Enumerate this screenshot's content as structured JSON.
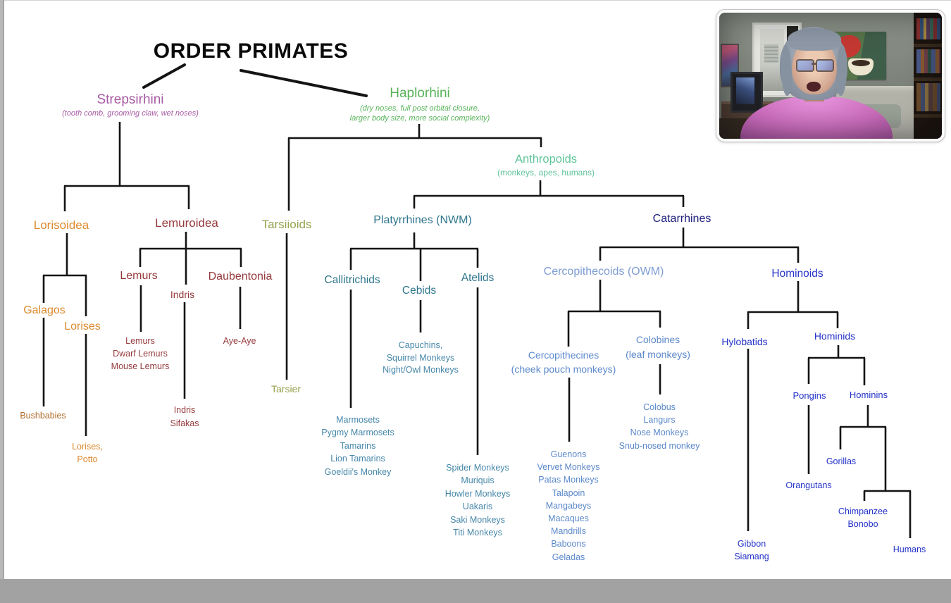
{
  "title": "ORDER PRIMATES",
  "colors": {
    "title": "#0a0a0a",
    "purple": "#A75BA4",
    "green": "#57B259",
    "mint": "#5FC49B",
    "orange": "#DD8A2E",
    "orange_dark": "#B06C2A",
    "maroon": "#953A3C",
    "olive": "#98A24F",
    "teal": "#2F768D",
    "steel": "#4687A9",
    "navy": "#1A1C7C",
    "light_blue": "#7E9DD2",
    "medium_blue": "#5C89CB",
    "royal_blue": "#2433C8"
  },
  "nodes": {
    "strepsirhini": {
      "label": "Strepsirhini",
      "note": "(tooth comb, grooming claw, wet noses)"
    },
    "haplorhini": {
      "label": "Haplorhini",
      "note": [
        "(dry noses, full post orbital closure,",
        "larger body size, more social complexity)"
      ]
    },
    "anthropoids": {
      "label": "Anthropoids",
      "note": "(monkeys, apes, humans)"
    },
    "lorisoidea": {
      "label": "Lorisoidea"
    },
    "lemuroidea": {
      "label": "Lemuroidea"
    },
    "tarsiioids": {
      "label": "Tarsiioids"
    },
    "platyrrhines": {
      "label": "Platyrrhines (NWM)"
    },
    "catarrhines": {
      "label": "Catarrhines"
    },
    "galagos": {
      "label": "Galagos"
    },
    "lorises": {
      "label": "Lorises"
    },
    "lemurs": {
      "label": "Lemurs"
    },
    "indris": {
      "label": "Indris"
    },
    "daubentonia": {
      "label": "Daubentonia"
    },
    "callitrichids": {
      "label": "Callitrichids"
    },
    "cebids": {
      "label": "Cebids"
    },
    "atelids": {
      "label": "Atelids"
    },
    "cercopithecoids": {
      "label": "Cercopithecoids (OWM)"
    },
    "hominoids": {
      "label": "Hominoids"
    },
    "cercopithecines": {
      "label": [
        "Cercopithecines",
        "(cheek pouch monkeys)"
      ]
    },
    "colobines": {
      "label": [
        "Colobines",
        "(leaf monkeys)"
      ]
    },
    "hylobatids": {
      "label": "Hylobatids"
    },
    "hominids": {
      "label": "Hominids"
    },
    "pongins": {
      "label": "Pongins"
    },
    "hominins": {
      "label": "Hominins"
    },
    "bushbabies": {
      "label": "Bushbabies"
    },
    "lorises_potto": {
      "label": [
        "Lorises,",
        "Potto"
      ]
    },
    "lemur_species": {
      "label": [
        "Lemurs",
        "Dwarf Lemurs",
        "Mouse Lemurs"
      ]
    },
    "indris_species": {
      "label": [
        "Indris",
        "Sifakas"
      ]
    },
    "aye_aye": {
      "label": "Aye-Aye"
    },
    "tarsier": {
      "label": "Tarsier"
    },
    "callitrichid_species": {
      "label": [
        "Marmosets",
        "Pygmy Marmosets",
        "Tamarins",
        "Lion Tamarins",
        "Goeldii's Monkey"
      ]
    },
    "cebid_species": {
      "label": [
        "Capuchins,",
        "Squirrel Monkeys",
        "Night/Owl Monkeys"
      ]
    },
    "atelid_species": {
      "label": [
        "Spider Monkeys",
        "Muriquis",
        "Howler Monkeys",
        "Uakaris",
        "Saki Monkeys",
        "Titi Monkeys"
      ]
    },
    "cercopithecine_species": {
      "label": [
        "Guenons",
        "Vervet Monkeys",
        "Patas Monkeys",
        "Talapoin",
        "Mangabeys",
        "Macaques",
        "Mandrills",
        "Baboons",
        "Geladas"
      ]
    },
    "colobine_species": {
      "label": [
        "Colobus",
        "Langurs",
        "Nose Monkeys",
        "Snub-nosed monkey"
      ]
    },
    "gibbon_siamang": {
      "label": [
        "Gibbon",
        "Siamang"
      ]
    },
    "orangutans": {
      "label": "Orangutans"
    },
    "gorillas": {
      "label": "Gorillas"
    },
    "chimp_bonobo": {
      "label": [
        "Chimpanzee",
        "Bonobo"
      ]
    },
    "humans": {
      "label": "Humans"
    }
  }
}
